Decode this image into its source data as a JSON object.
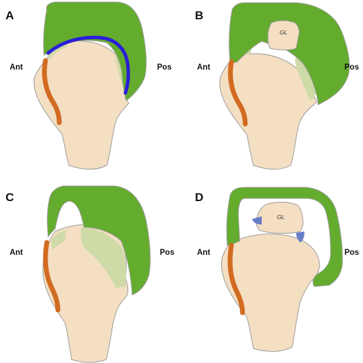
{
  "colors": {
    "bone": "#f4dfc3",
    "capsule_green": "#64ac2e",
    "light_green": "#cfdba7",
    "orange_ligament": "#d26b22",
    "blue_line": "#2a1fd8",
    "blue_stub": "#6a7ec8",
    "outline": "#9a9a9a"
  },
  "panels": [
    {
      "letter": "A",
      "ant_label": "Ant",
      "pos_label": "Pos"
    },
    {
      "letter": "B",
      "ant_label": "Ant",
      "pos_label": "Pos",
      "gl_label": "GL"
    },
    {
      "letter": "C",
      "ant_label": "Ant",
      "pos_label": "Pos"
    },
    {
      "letter": "D",
      "ant_label": "Ant",
      "pos_label": "Pos",
      "gl_label": "GL"
    }
  ]
}
